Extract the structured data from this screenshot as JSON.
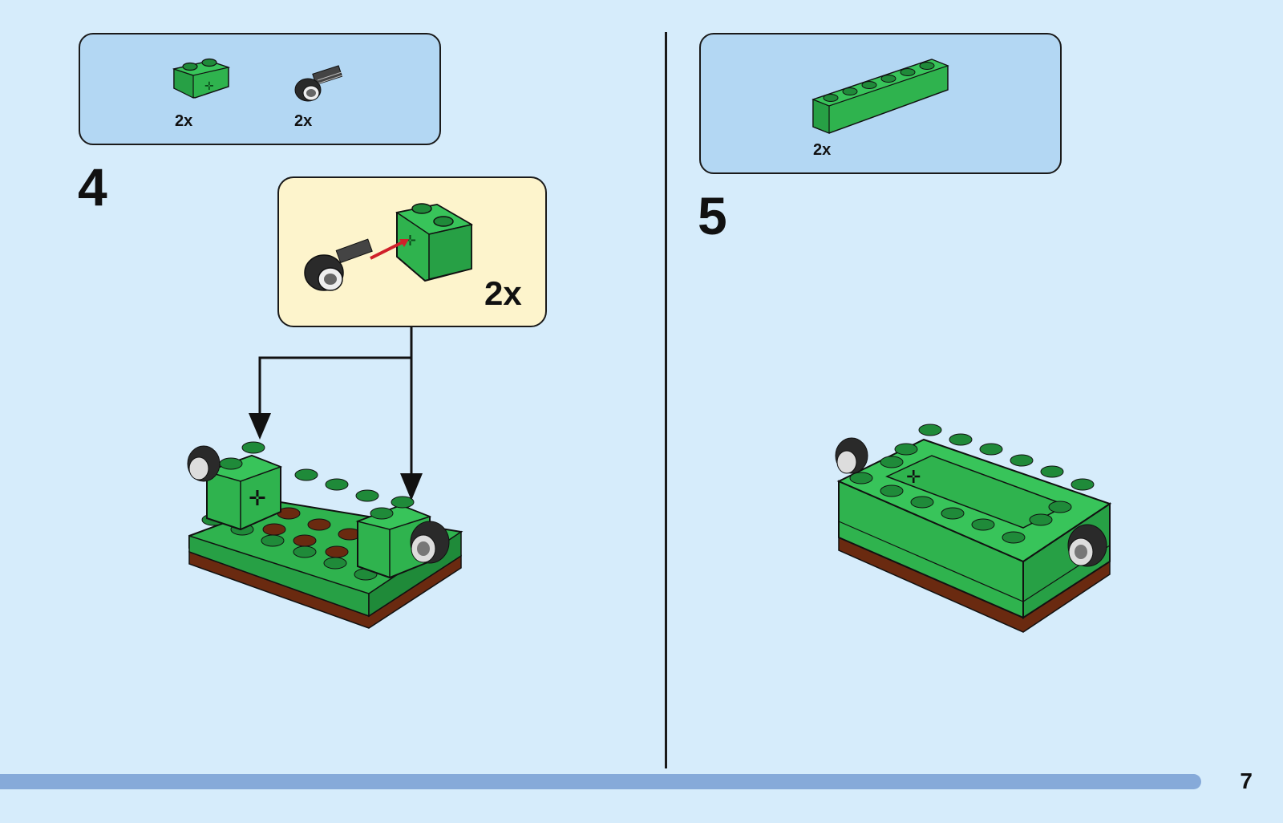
{
  "page": {
    "number": "7"
  },
  "colors": {
    "background": "#d6ecfb",
    "parts_box": "#b3d7f3",
    "sub_box": "#fdf4cc",
    "brick_green": "#2fb34e",
    "brick_green_dark": "#1f8a39",
    "plate_brown": "#6a2a10",
    "pin_black": "#2a2a2a",
    "arrow_red": "#d0202a",
    "progress_bar": "#86aad9"
  },
  "step4": {
    "number": "4",
    "parts": [
      {
        "icon": "technic-brick-1x2-with-axle-hole-icon",
        "qty": "2x"
      },
      {
        "icon": "technic-pin-with-bush-icon",
        "qty": "2x"
      }
    ],
    "subassembly": {
      "qty": "2x"
    }
  },
  "step5": {
    "number": "5",
    "parts": [
      {
        "icon": "brick-1x6-icon",
        "qty": "2x"
      }
    ]
  }
}
